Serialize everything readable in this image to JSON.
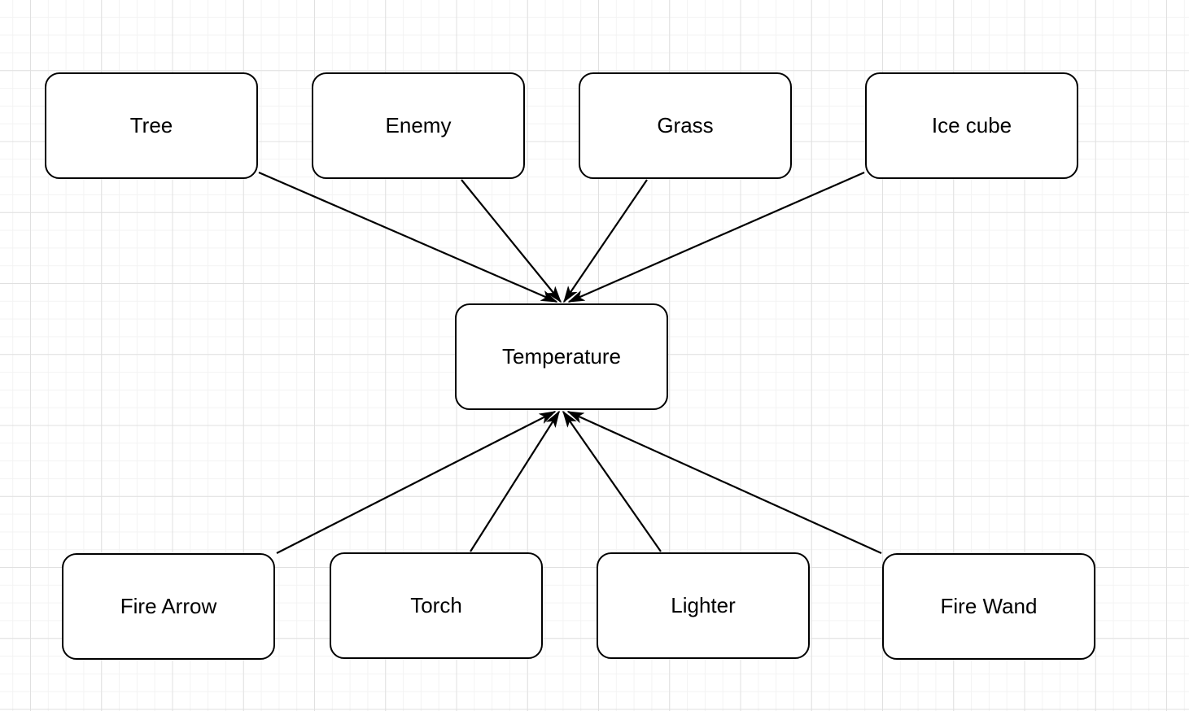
{
  "canvas": {
    "background_color": "#ffffff",
    "grid_minor_color": "#f3f3f3",
    "grid_major_color": "#e0e0e0"
  },
  "diagram": {
    "node_style": {
      "fill_color": "#ffffff",
      "stroke_color": "#000000",
      "text_color": "#000000"
    },
    "edge_color": "#000000",
    "nodes": [
      {
        "id": "tree",
        "label": "Tree"
      },
      {
        "id": "enemy",
        "label": "Enemy"
      },
      {
        "id": "grass",
        "label": "Grass"
      },
      {
        "id": "ice-cube",
        "label": "Ice cube"
      },
      {
        "id": "temperature",
        "label": "Temperature"
      },
      {
        "id": "fire-arrow",
        "label": "Fire Arrow"
      },
      {
        "id": "torch",
        "label": "Torch"
      },
      {
        "id": "lighter",
        "label": "Lighter"
      },
      {
        "id": "fire-wand",
        "label": "Fire Wand"
      }
    ],
    "edges": [
      {
        "from": "Tree",
        "to": "Temperature"
      },
      {
        "from": "Enemy",
        "to": "Temperature"
      },
      {
        "from": "Grass",
        "to": "Temperature"
      },
      {
        "from": "Ice cube",
        "to": "Temperature"
      },
      {
        "from": "Fire Arrow",
        "to": "Temperature"
      },
      {
        "from": "Torch",
        "to": "Temperature"
      },
      {
        "from": "Lighter",
        "to": "Temperature"
      },
      {
        "from": "Fire Wand",
        "to": "Temperature"
      }
    ]
  }
}
